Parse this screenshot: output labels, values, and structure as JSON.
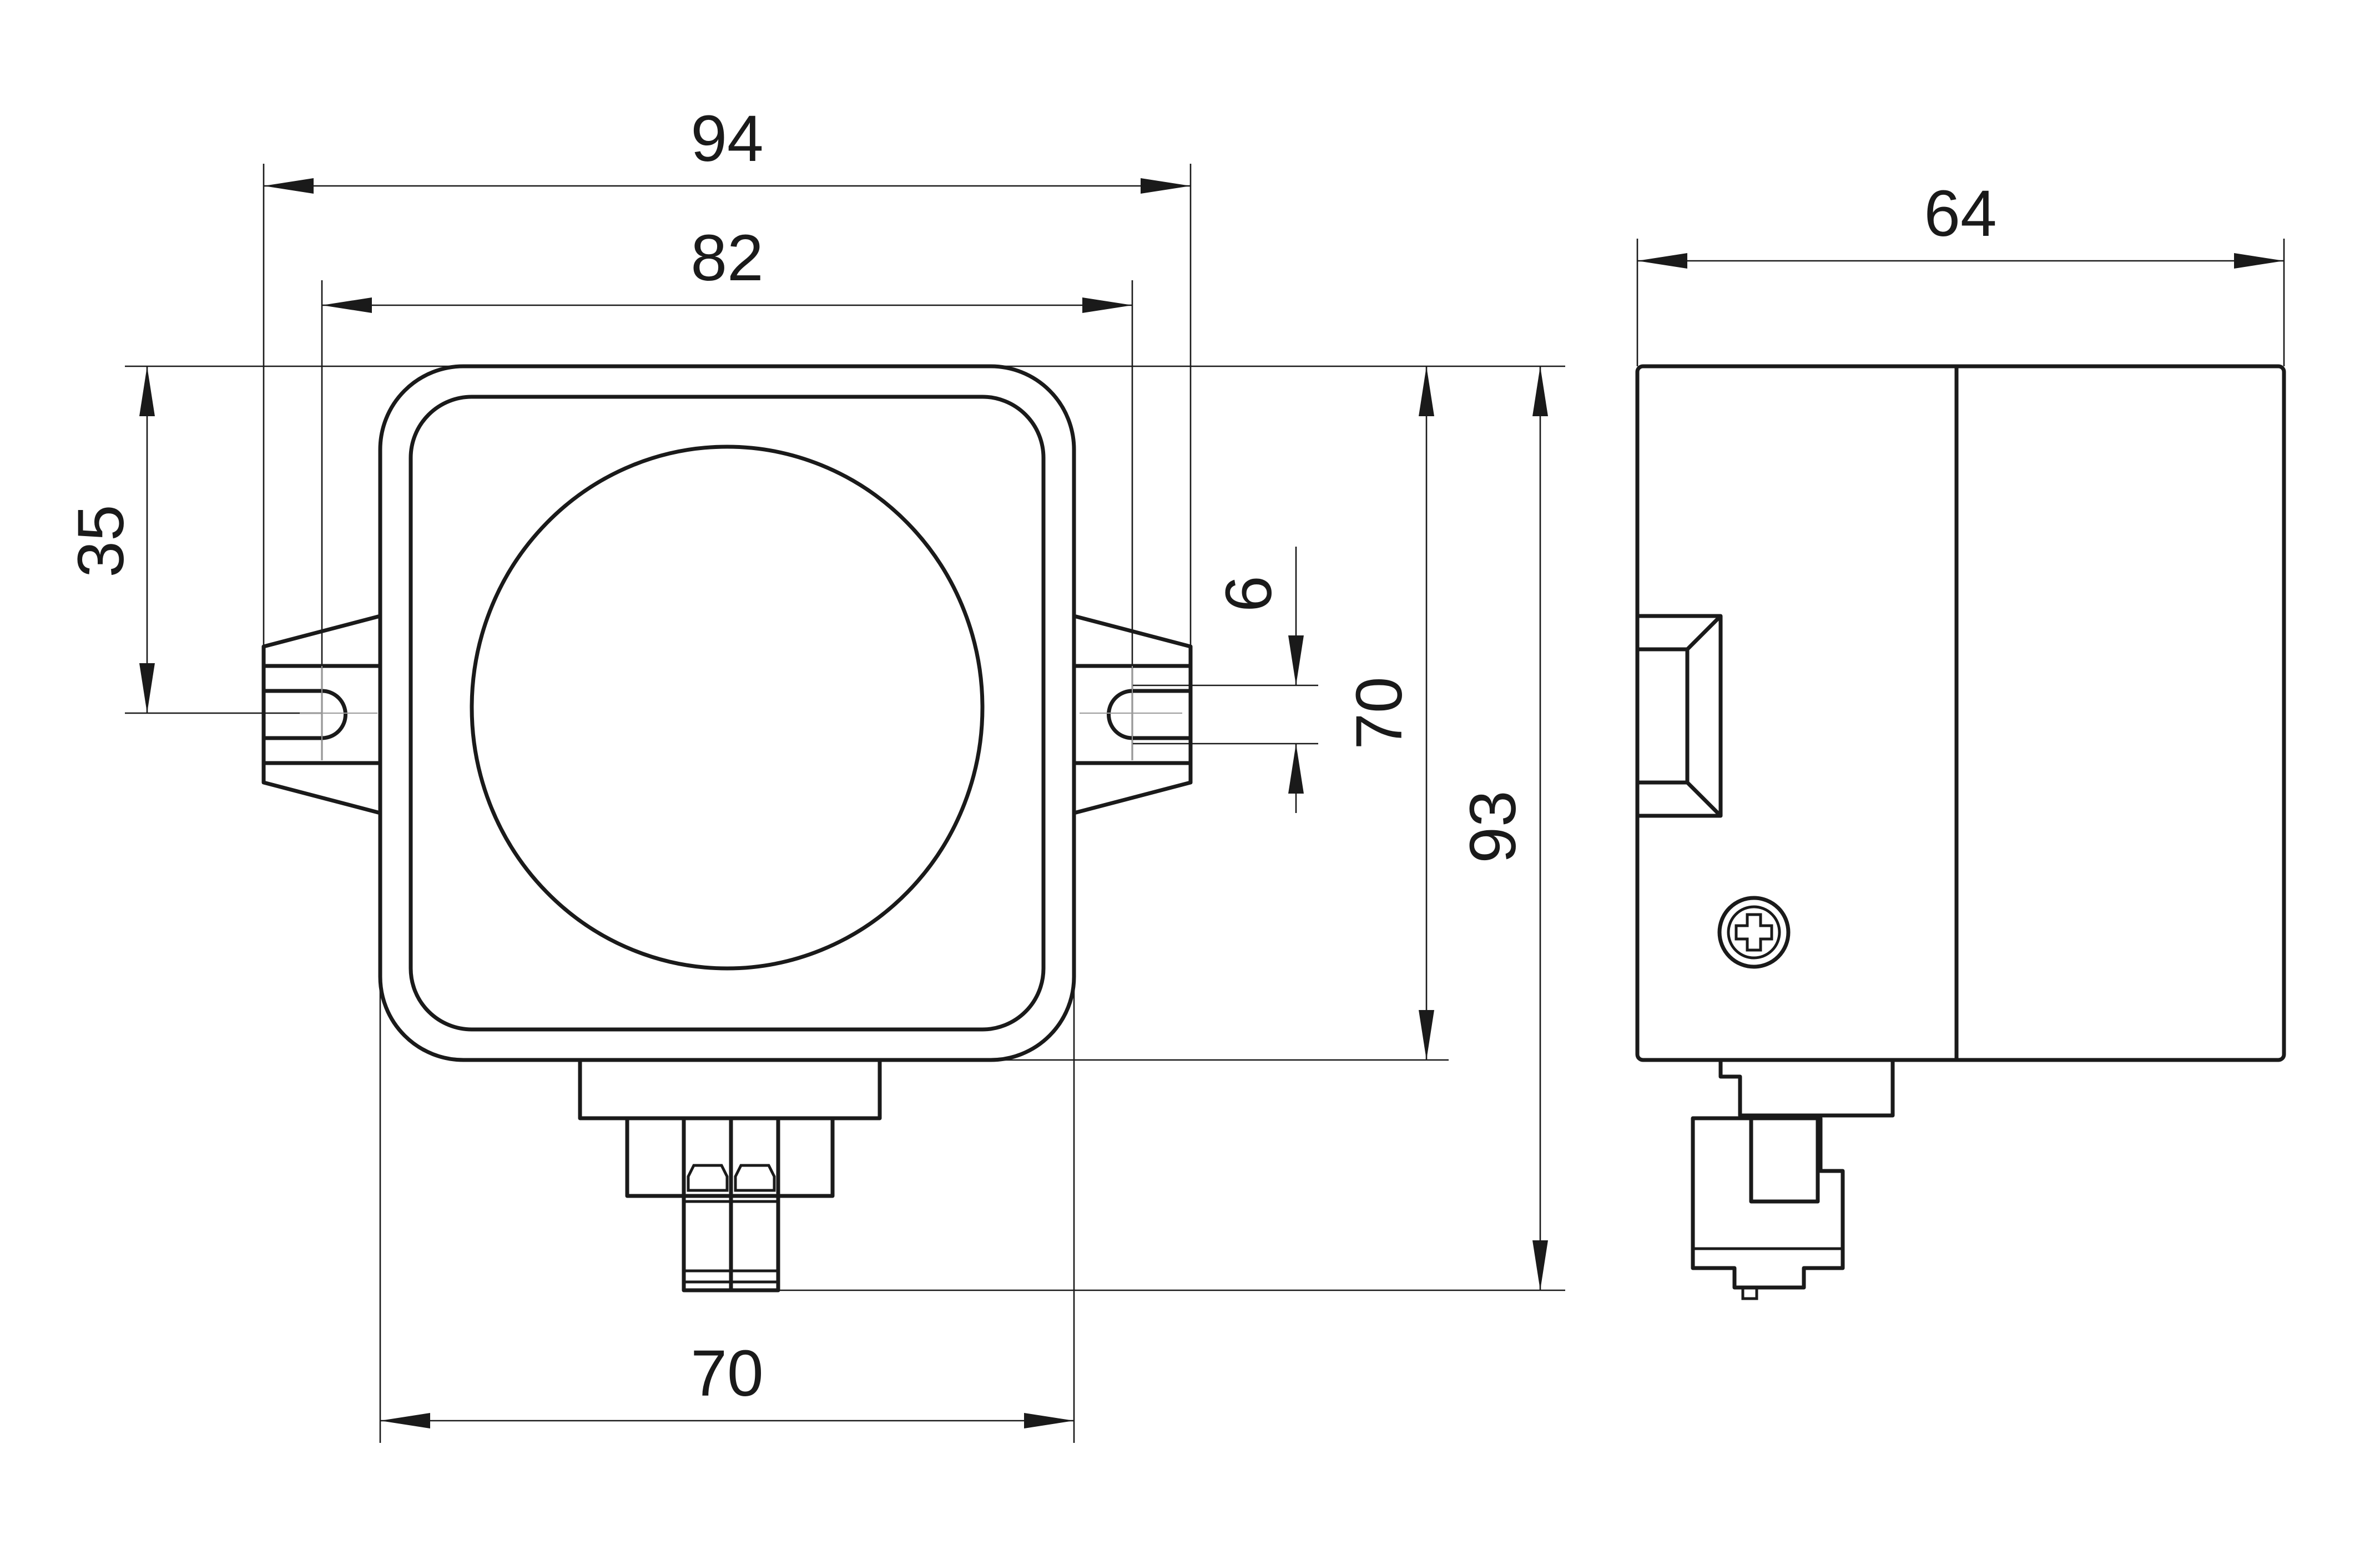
{
  "dimensions": {
    "overall_width": "94",
    "mount_spacing": "82",
    "mount_height": "35",
    "slot_width": "6",
    "body_height": "70",
    "overall_height": "93",
    "body_width": "70",
    "depth": "64"
  }
}
